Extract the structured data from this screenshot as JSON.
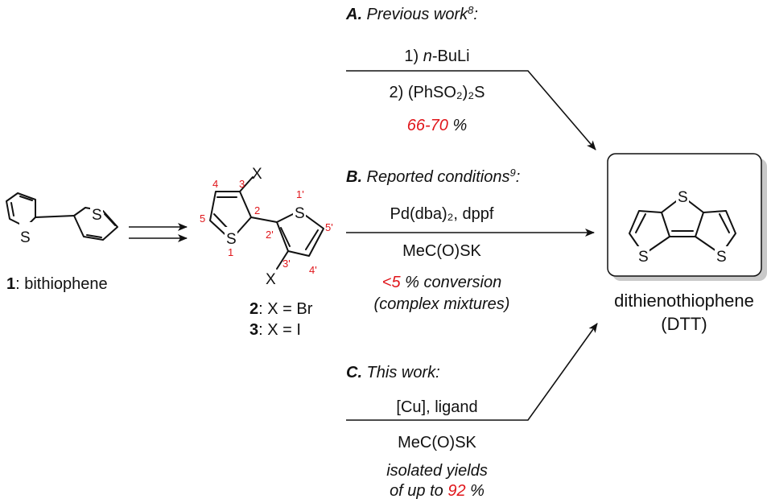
{
  "compound1": {
    "number": "1",
    "name": ": bithiophene"
  },
  "compound2": {
    "number": "2",
    "label": ": X = Br"
  },
  "compound3": {
    "number": "3",
    "label": ": X = I"
  },
  "atoms": {
    "S": "S",
    "X": "X"
  },
  "ring_numbers": [
    "4",
    "3",
    "5",
    "2",
    "1",
    "1'",
    "2'",
    "5'",
    "3'",
    "4'"
  ],
  "route_a": {
    "letter": "A.",
    "title": " Previous work",
    "ref": "8",
    "colon": ":",
    "step1_prefix": "1) ",
    "step1_italic": "n",
    "step1_suffix": "-BuLi",
    "step2": "2) (PhSO₂)₂S",
    "yield_value": "66-70",
    "yield_unit": " %"
  },
  "route_b": {
    "letter": "B.",
    "title": " Reported conditions",
    "ref": "9",
    "colon": ":",
    "reagent1": "Pd(dba)₂, dppf",
    "reagent2": "MeC(O)SK",
    "conv_value": "<5",
    "conv_rest": " % conversion",
    "note": "(complex mixtures)"
  },
  "route_c": {
    "letter": "C.",
    "title": " This work:",
    "reagent1": "[Cu], ligand",
    "reagent2": "MeC(O)SK",
    "yield_line1": "isolated yields",
    "yield_prefix": "of up to ",
    "yield_value": "92",
    "yield_unit": " %"
  },
  "product": {
    "name": "dithienothiophene",
    "abbr": "(DTT)"
  },
  "colors": {
    "highlight": "#e0161b",
    "ink": "#111111",
    "box_shadow": "#c9c9c9"
  }
}
